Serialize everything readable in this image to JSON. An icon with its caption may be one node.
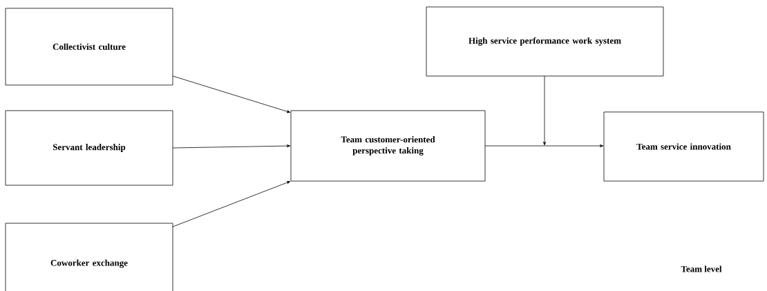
{
  "diagram": {
    "nodes": [
      {
        "text": [
          "Collectivist culture"
        ]
      },
      {
        "text": [
          "Servant leadership"
        ]
      },
      {
        "text": [
          "Coworker exchange"
        ]
      },
      {
        "text": [
          "Team customer-oriented perspective taking"
        ]
      },
      {
        "text": [
          "High service performance work system"
        ]
      },
      {
        "text": [
          "Team service innovation"
        ]
      }
    ],
    "edges": [
      {
        "from": 0,
        "to": 3,
        "arrow": "to"
      },
      {
        "from": 1,
        "to": 3,
        "arrow": "to"
      },
      {
        "from": 2,
        "to": 3,
        "arrow": "to"
      },
      {
        "from": 3,
        "to": 5,
        "arrow": "to"
      },
      {
        "from": 4,
        "to": null,
        "arrow": "to"
      }
    ],
    "labels": [
      "Team level"
    ]
  }
}
